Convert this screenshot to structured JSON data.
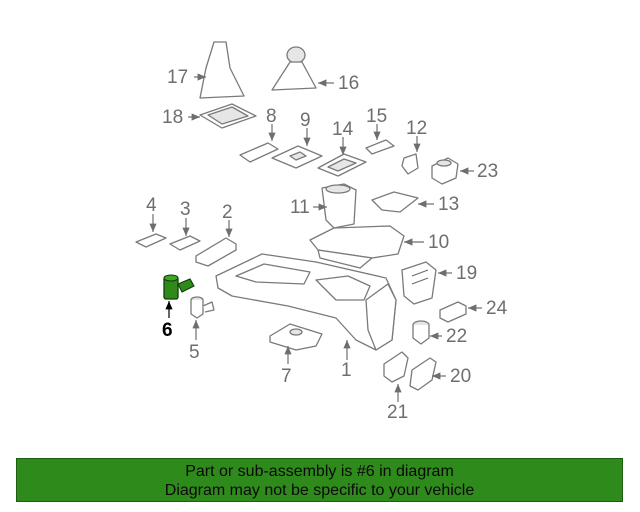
{
  "highlight_color": "#2f8a1c",
  "callouts": {
    "c1": "1",
    "c2": "2",
    "c3": "3",
    "c4": "4",
    "c5": "5",
    "c6": "6",
    "c7": "7",
    "c8": "8",
    "c9": "9",
    "c10": "10",
    "c11": "11",
    "c12": "12",
    "c13": "13",
    "c14": "14",
    "c15": "15",
    "c16": "16",
    "c17": "17",
    "c18": "18",
    "c19": "19",
    "c20": "20",
    "c21": "21",
    "c22": "22",
    "c23": "23",
    "c24": "24"
  },
  "highlighted_part": "6",
  "banner": {
    "line1": "Part or sub-assembly is #6 in diagram",
    "line2": "Diagram may not be specific to your vehicle"
  }
}
